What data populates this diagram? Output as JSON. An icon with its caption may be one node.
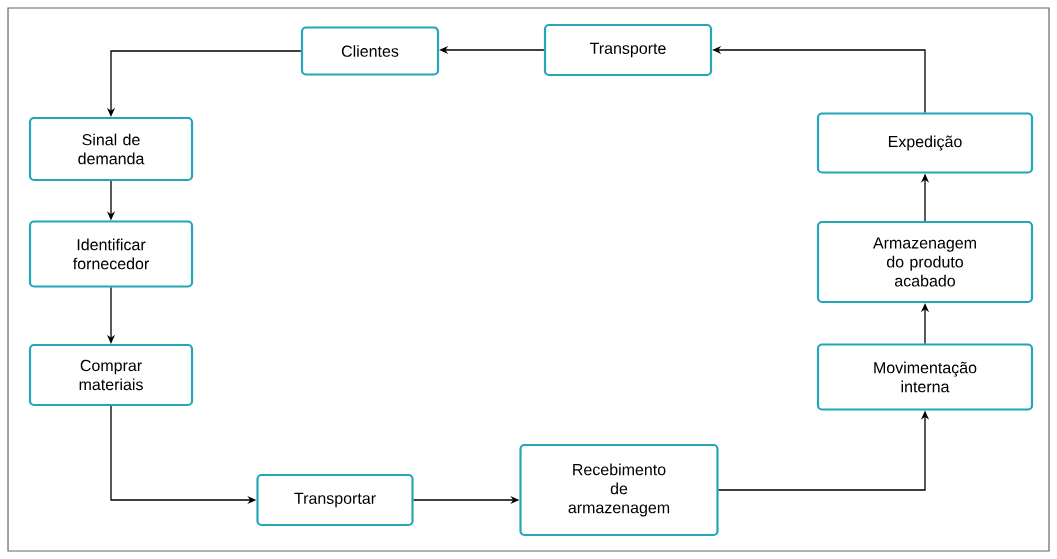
{
  "diagram": {
    "nodes": [
      {
        "text": [
          "Clientes"
        ]
      },
      {
        "text": [
          "Sinal de demanda"
        ]
      },
      {
        "text": [
          "Identificar fornecedor"
        ]
      },
      {
        "text": [
          "Comprar materiais"
        ]
      },
      {
        "text": [
          "Transportar"
        ]
      },
      {
        "text": [
          "Recebimento de armazenagem"
        ]
      },
      {
        "text": [
          "Movimentação interna"
        ]
      },
      {
        "text": [
          "Armazenagem do produto acabado"
        ]
      },
      {
        "text": [
          "Expedição"
        ]
      },
      {
        "text": [
          "Transporte"
        ]
      }
    ],
    "edges": [
      {
        "from": 0,
        "to": 1,
        "arrow": "to"
      },
      {
        "from": 1,
        "to": 2,
        "arrow": "to"
      },
      {
        "from": 2,
        "to": 3,
        "arrow": "to"
      },
      {
        "from": 3,
        "to": 4,
        "arrow": "to"
      },
      {
        "from": 4,
        "to": 5,
        "arrow": "to"
      },
      {
        "from": 5,
        "to": 6,
        "arrow": "to"
      },
      {
        "from": 6,
        "to": 7,
        "arrow": "to"
      },
      {
        "from": 7,
        "to": 8,
        "arrow": "to"
      },
      {
        "from": 8,
        "to": 9,
        "arrow": "to"
      },
      {
        "from": 9,
        "to": 0,
        "arrow": "to"
      }
    ]
  }
}
